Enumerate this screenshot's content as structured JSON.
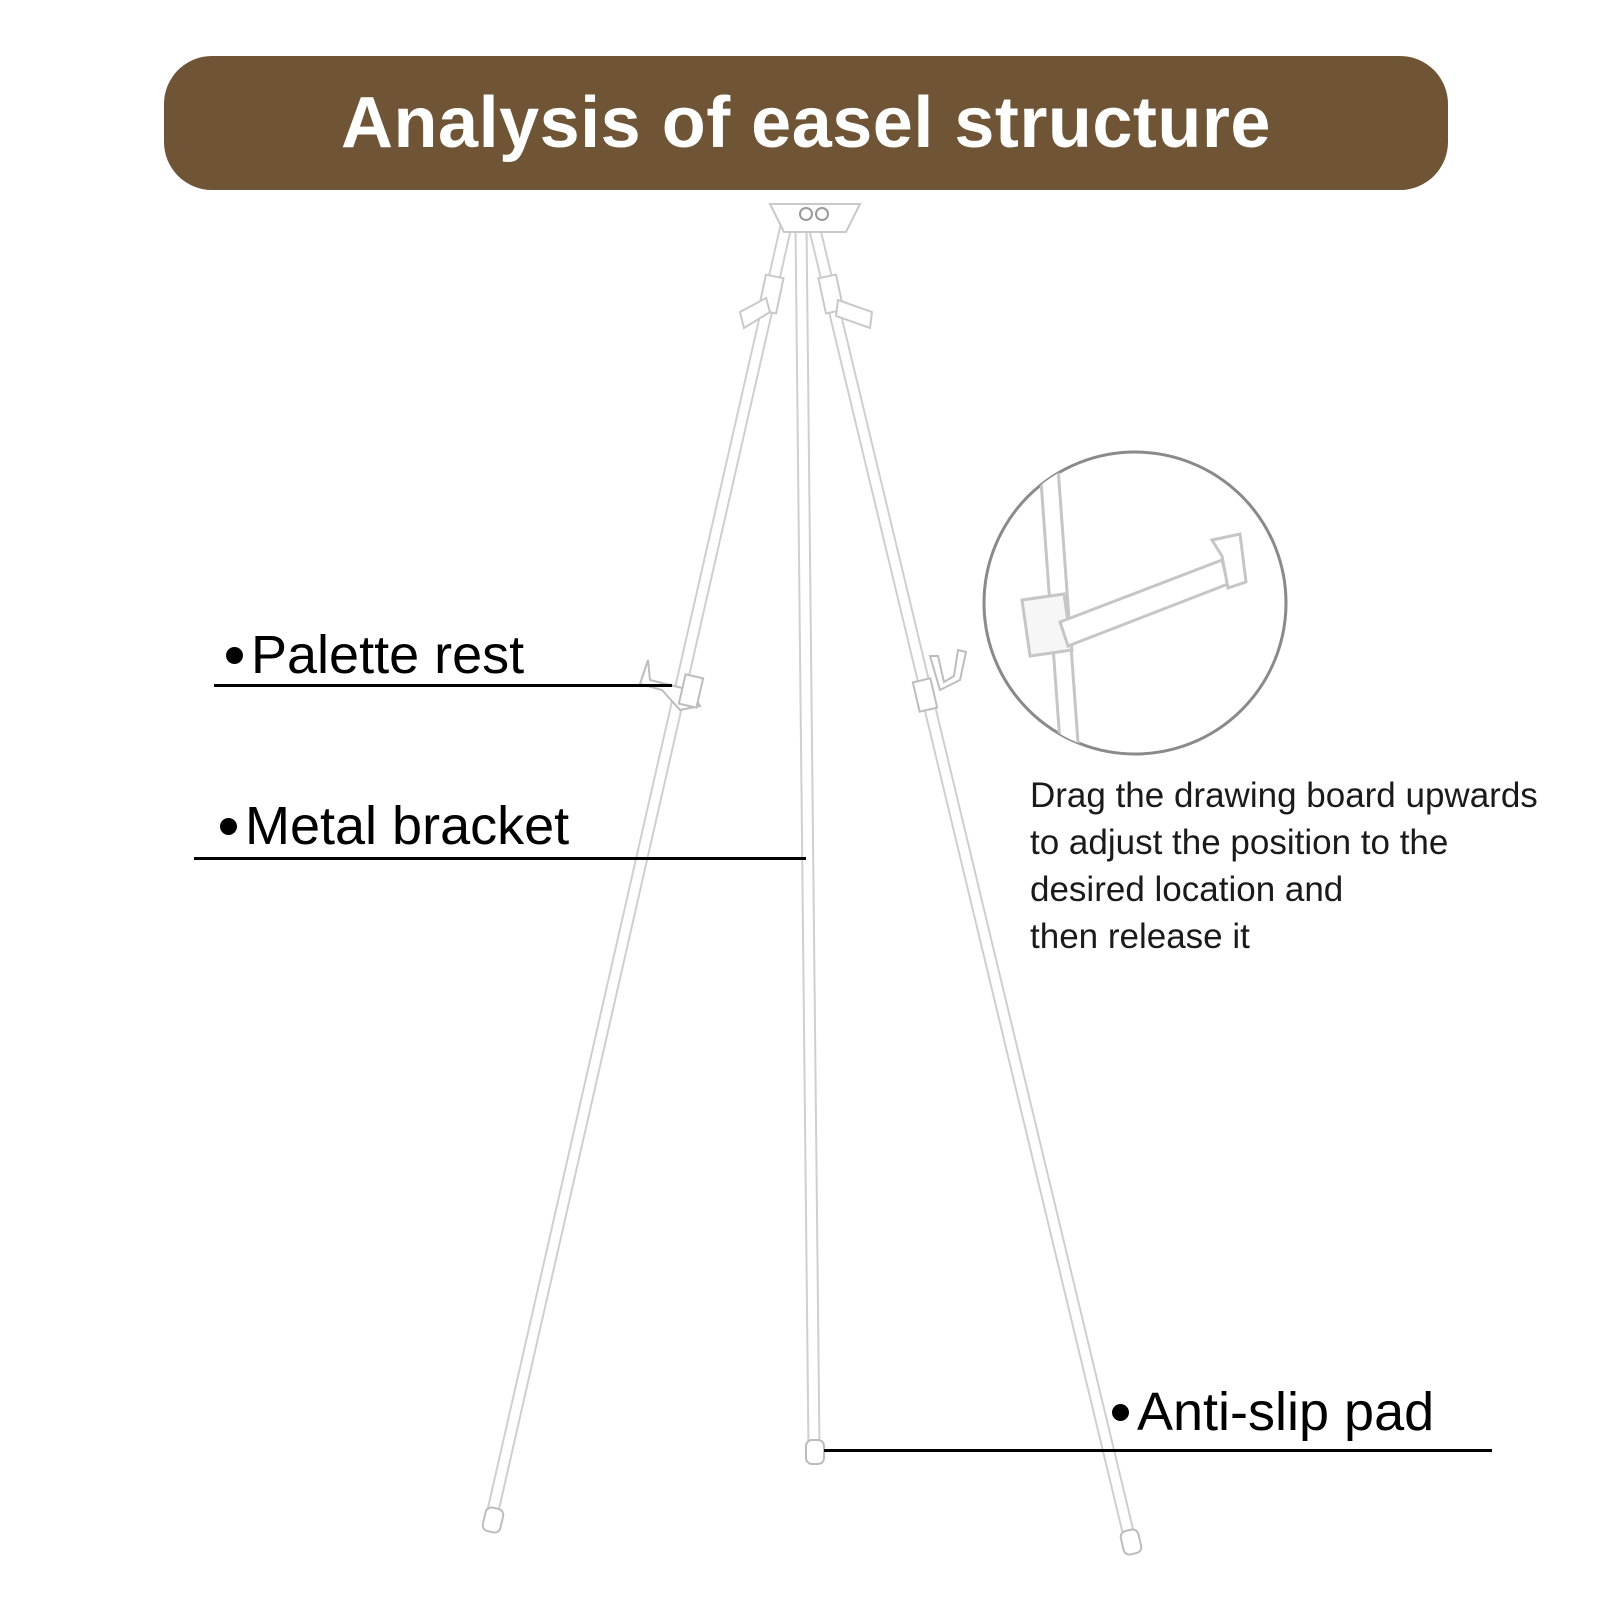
{
  "title": "Analysis of easel structure",
  "colors": {
    "banner": "#6f5536",
    "banner_text": "#ffffff",
    "label_text": "#000000",
    "easel": "#ffffff",
    "easel_outline": "#d4d4d4",
    "zoom_circle_border": "#808080"
  },
  "callouts": {
    "palette_rest": "Palette rest",
    "metal_bracket": "Metal bracket",
    "anti_slip_pad": "Anti-slip pad"
  },
  "detail": {
    "icon": "zoomed-palette-rest-bracket",
    "lines": [
      "Drag the drawing board upwards",
      "to adjust the position to the",
      "desired location and",
      "then release it"
    ]
  }
}
